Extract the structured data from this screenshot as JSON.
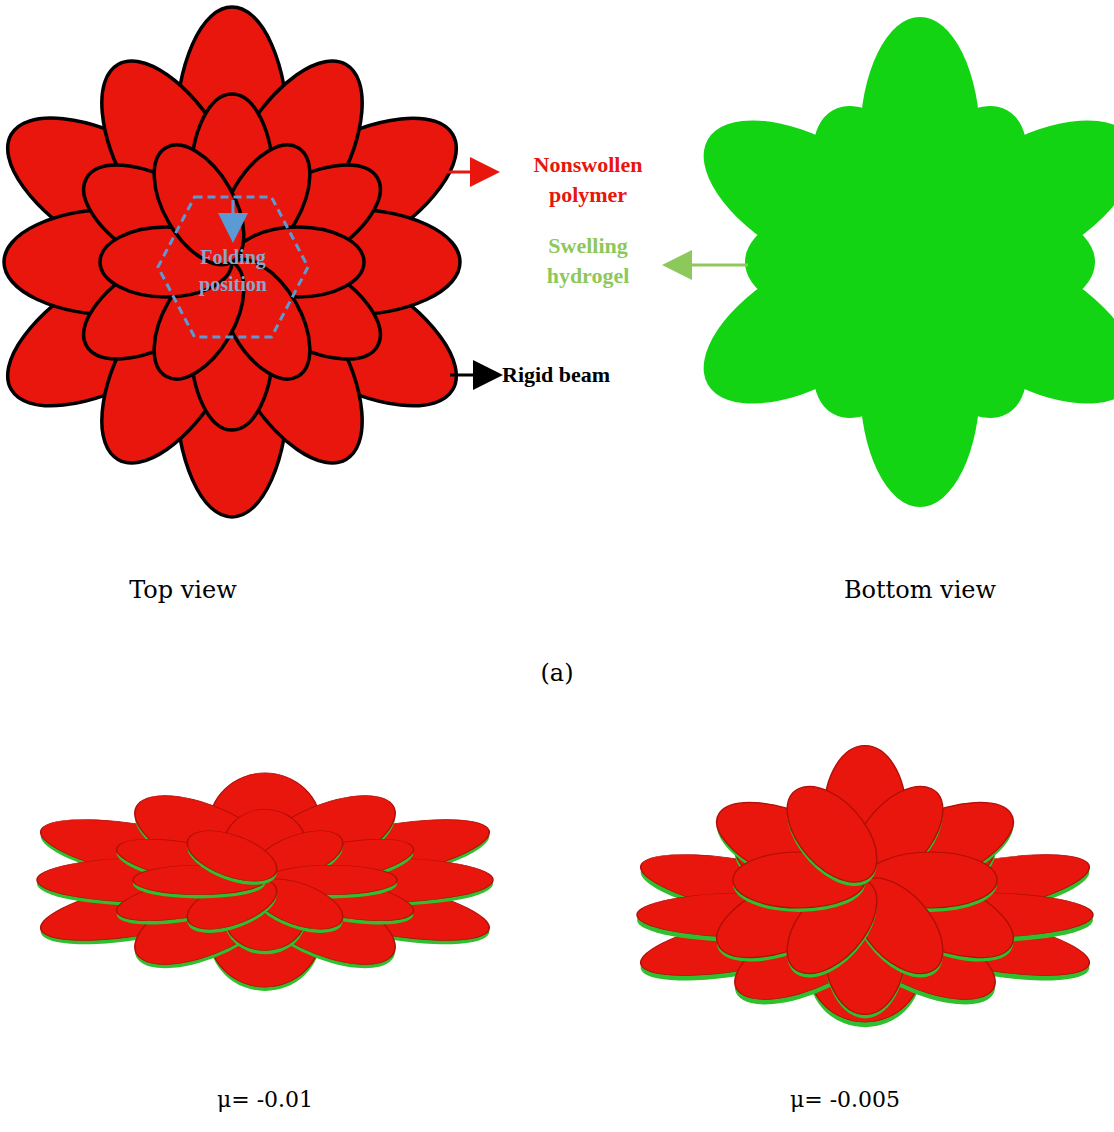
{
  "diagram": {
    "nodes": [
      {
        "text": [
          "Folding position"
        ]
      }
    ],
    "labels": [
      "Nonswollen polymer",
      "Swelling hydrogel",
      "Rigid beam",
      "Top view",
      "Bottom view",
      "(a)",
      "μ= -0.01",
      "μ= -0.005"
    ]
  }
}
